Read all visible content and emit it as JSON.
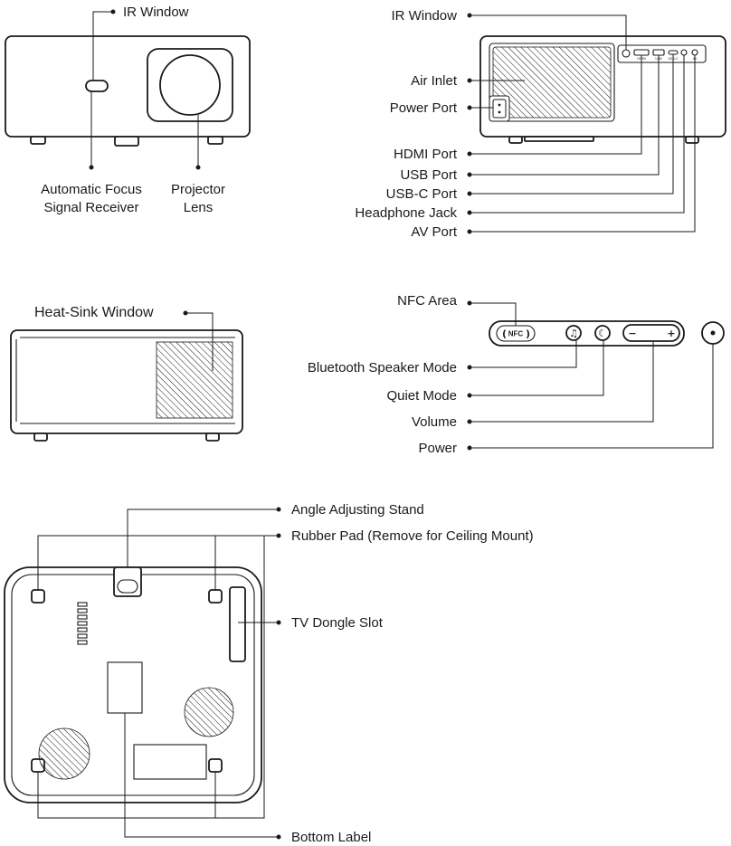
{
  "front_view": {
    "ir_window": "IR Window",
    "focus_receiver_line1": "Automatic Focus",
    "focus_receiver_line2": "Signal Receiver",
    "lens_line1": "Projector",
    "lens_line2": "Lens"
  },
  "rear_view": {
    "ir_window": "IR Window",
    "air_inlet": "Air Inlet",
    "power_port": "Power Port",
    "hdmi_port": "HDMI Port",
    "usb_port": "USB Port",
    "usbc_port": "USB-C Port",
    "headphone_jack": "Headphone Jack",
    "av_port": "AV Port",
    "port_tags": [
      "HDMI",
      "USB",
      "USB-C",
      "",
      "AV"
    ]
  },
  "side_view": {
    "heat_sink": "Heat-Sink Window"
  },
  "top_panel": {
    "nfc_area": "NFC Area",
    "nfc_tag": "NFC",
    "bluetooth_mode": "Bluetooth Speaker Mode",
    "quiet_mode": "Quiet Mode",
    "volume": "Volume",
    "power": "Power",
    "volume_minus": "−",
    "volume_plus": "+"
  },
  "bottom_view": {
    "angle_stand": "Angle Adjusting Stand",
    "rubber_pad": "Rubber Pad (Remove for Ceiling Mount)",
    "tv_dongle": "TV Dongle Slot",
    "bottom_label": "Bottom Label"
  },
  "colors": {
    "line": "#1a1a1a",
    "background": "#ffffff"
  },
  "icons": [
    "music-note-icon",
    "moon-icon",
    "power-dot-icon",
    "power-socket-icon"
  ]
}
